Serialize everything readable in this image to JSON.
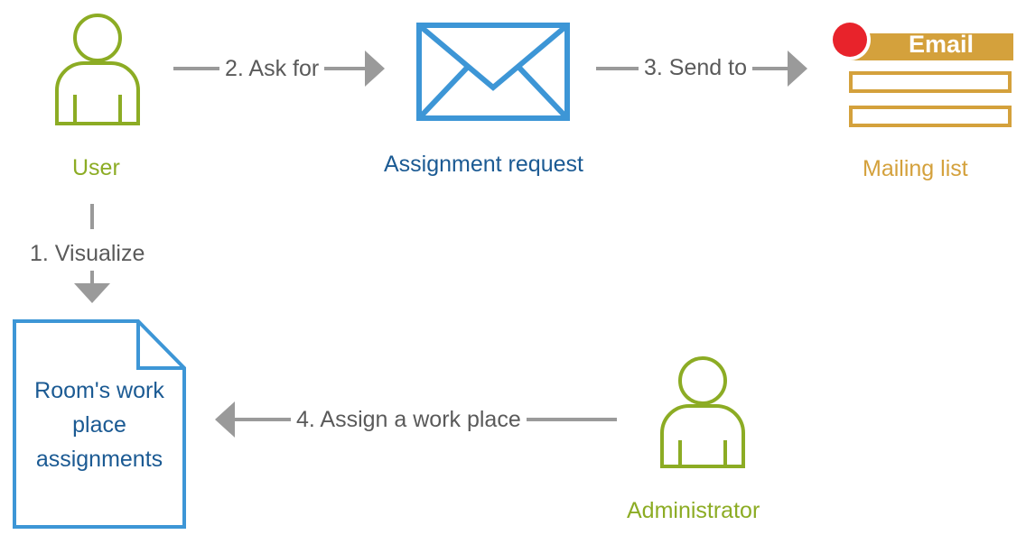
{
  "nodes": {
    "user": {
      "label": "User"
    },
    "assignment_request": {
      "label": "Assignment request"
    },
    "mailing_list": {
      "label": "Mailing list",
      "badge": "Email"
    },
    "document": {
      "lines": [
        "Room's work",
        "place",
        "assignments"
      ]
    },
    "administrator": {
      "label": "Administrator"
    }
  },
  "edges": {
    "visualize": "1. Visualize",
    "ask_for": "2. Ask for",
    "send_to": "3. Send to",
    "assign": "4. Assign a work place"
  },
  "colors": {
    "user_green": "#8cac24",
    "envelope_blue": "#3d96d6",
    "label_blue": "#1b5a93",
    "mailing_gold": "#d4a13c",
    "badge_red": "#e8232b",
    "arrow_gray": "#9a9a9a"
  }
}
